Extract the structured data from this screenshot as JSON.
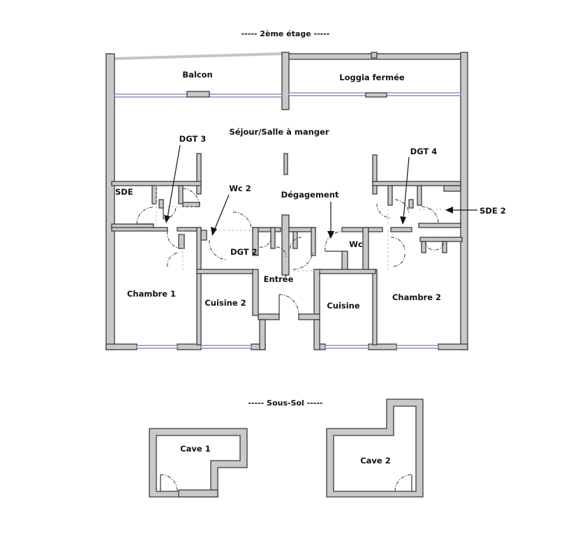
{
  "floors": {
    "upper": {
      "title": "-----  2ème étage  -----"
    },
    "basement": {
      "title": "-----  Sous-Sol  -----"
    }
  },
  "rooms": {
    "balcon": "Balcon",
    "loggia": "Loggia fermée",
    "sejour": "Séjour/Salle à manger",
    "sde": "SDE",
    "degagement": "Dégagement",
    "dgt2": "DGT 2",
    "wc": "Wc",
    "entree": "Entrée",
    "chambre1": "Chambre 1",
    "cuisine2": "Cuisine 2",
    "cuisine": "Cuisine",
    "chambre2": "Chambre 2",
    "cave1": "Cave 1",
    "cave2": "Cave 2"
  },
  "callouts": {
    "dgt3": "DGT 3",
    "wc2": "Wc 2",
    "dgt4": "DGT 4",
    "sde2": "SDE 2"
  }
}
